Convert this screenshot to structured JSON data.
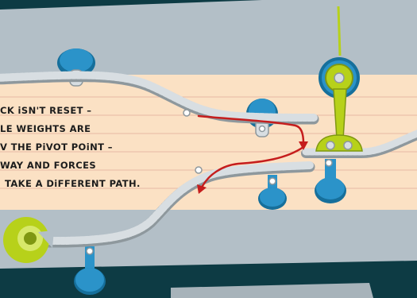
{
  "scene": {
    "colors": {
      "background": "#0d3b44",
      "board": "#b3bfc7",
      "note_card": "#fbe1c4",
      "note_rule": "#e7b9a3",
      "track": "#d8dee2",
      "track_shadow": "#8e989d",
      "blue_piece": "#2b93c9",
      "blue_dark": "#166f9b",
      "lime_piece": "#b7d11a",
      "lime_dark": "#7f9712",
      "arrow": "#c51d1d",
      "text": "#1c1c1c"
    },
    "caption_lines": [
      "CK iSN'T RESET –",
      "LE WEIGHTS ARE",
      "V THE PiVOT POiNT –",
      "WAY AND FORCES",
      "TAKE A DiFFERENT PATH."
    ],
    "icons": {
      "arrow_right": "curved-arrow-right-icon",
      "arrow_left": "curved-arrow-left-icon",
      "pivot": "pivot-switch-icon"
    }
  }
}
